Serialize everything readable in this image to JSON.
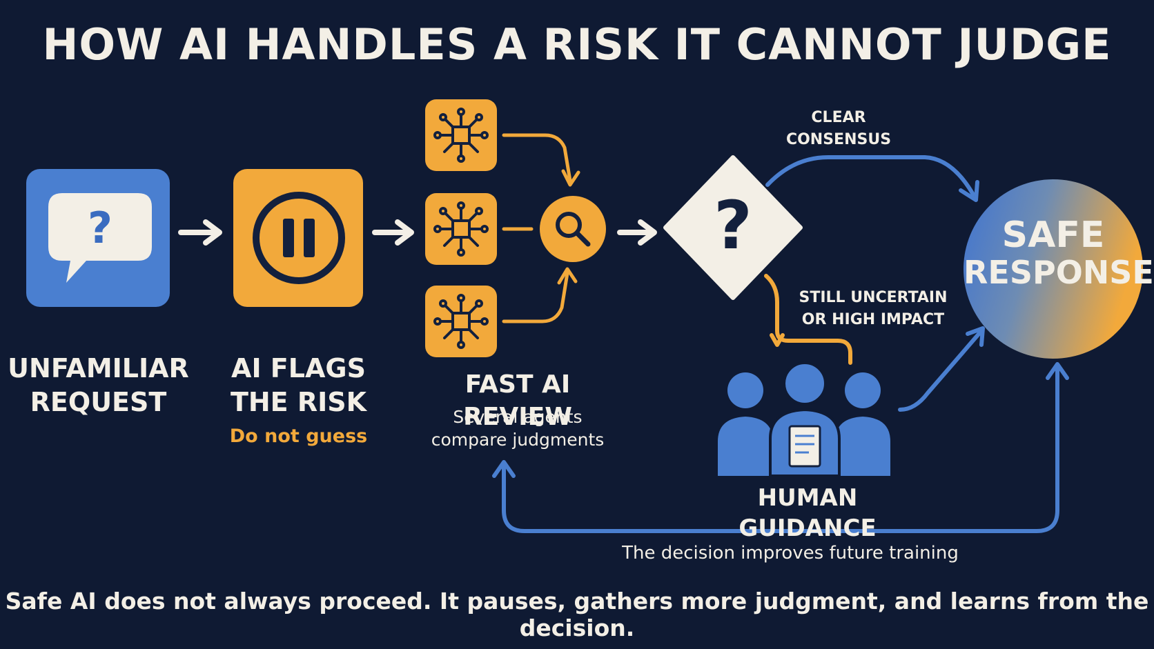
{
  "title": "HOW AI HANDLES A RISK IT CANNOT JUDGE",
  "steps": {
    "request": {
      "line1": "UNFAMILIAR",
      "line2": "REQUEST"
    },
    "flag": {
      "line1": "AI FLAGS",
      "line2": "THE RISK",
      "note": "Do not guess"
    },
    "review": {
      "title": "FAST AI REVIEW",
      "line1": "Several agents",
      "line2": "compare judgments"
    },
    "decision": {
      "symbol": "?"
    },
    "human": {
      "title": "HUMAN GUIDANCE"
    },
    "result": {
      "line1": "SAFE",
      "line2": "RESPONSE"
    }
  },
  "branches": {
    "consensus": {
      "line1": "CLEAR",
      "line2": "CONSENSUS"
    },
    "uncertain": {
      "line1": "STILL UNCERTAIN",
      "line2": "OR HIGH IMPACT"
    }
  },
  "feedback_label": "The decision improves future training",
  "footer": "Safe AI does not always proceed. It pauses, gathers more judgment, and learns from the decision.",
  "icons": {
    "request": "speech-bubble-question-icon",
    "flag": "pause-icon",
    "agents": "network-chip-icon",
    "review": "magnifier-icon",
    "decision": "question-diamond-icon",
    "human": "people-group-icon"
  },
  "colors": {
    "background": "#0f1a33",
    "blue": "#4a7fd0",
    "orange": "#f2a93b",
    "cream": "#f3efe6",
    "navy": "#13203d"
  }
}
